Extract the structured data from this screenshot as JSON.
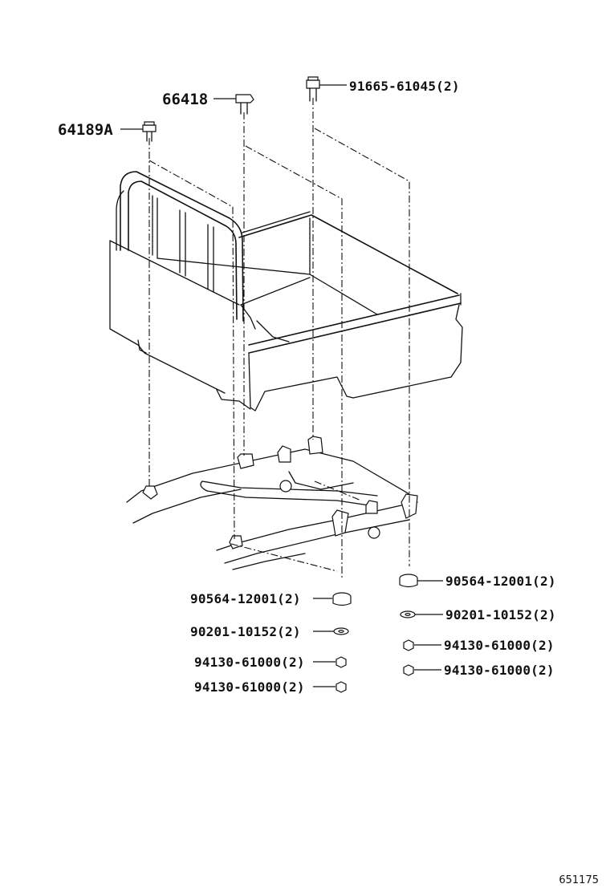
{
  "figure_id": "651175",
  "callouts": {
    "p_64189a": "64189A",
    "p_66418": "66418",
    "p_91665": "91665-61045(2)",
    "left_cushion": "90564-12001(2)",
    "left_washer": "90201-10152(2)",
    "left_nut_1": "94130-61000(2)",
    "left_nut_2": "94130-61000(2)",
    "right_cushion": "90564-12001(2)",
    "right_washer": "90201-10152(2)",
    "right_nut_1": "94130-61000(2)",
    "right_nut_2": "94130-61000(2)"
  }
}
